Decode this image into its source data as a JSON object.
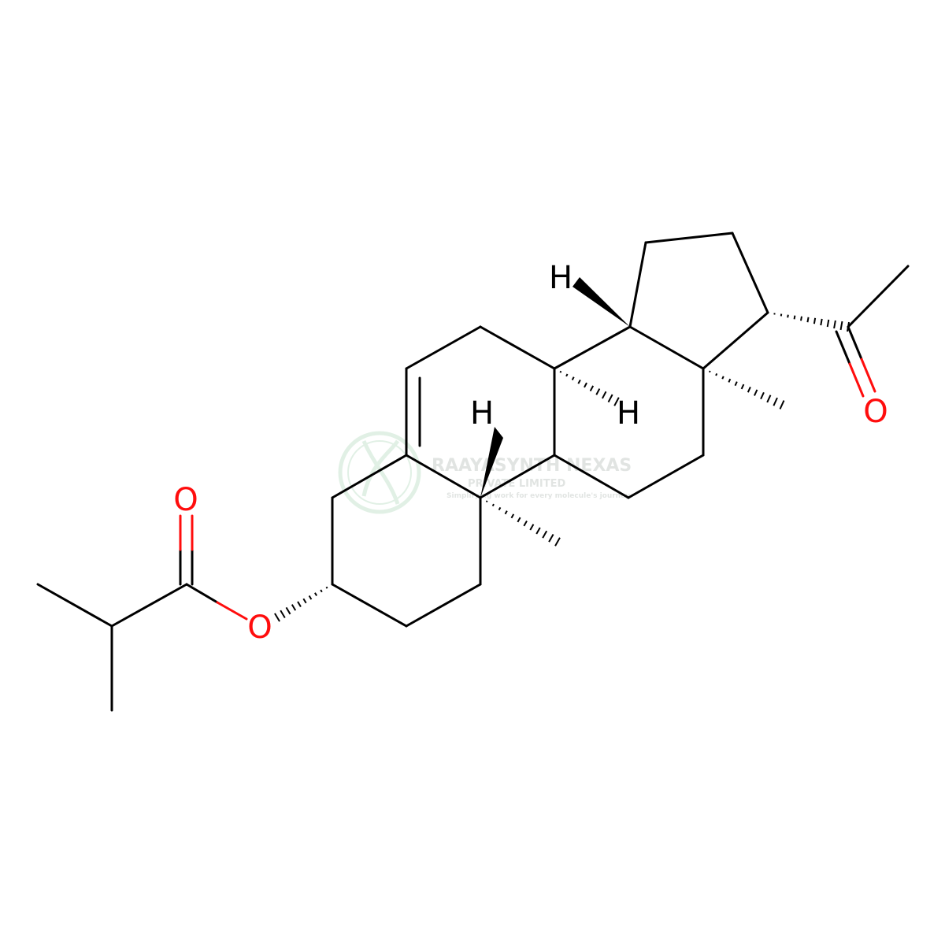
{
  "structure": {
    "atoms": {
      "oxygen": "O",
      "hydrogen": "H"
    }
  },
  "watermark": {
    "company": "RAAYASYNTH NEXAS",
    "subtitle": "PRIVATE LIMITED",
    "tagline": "Simplifying work for every molecule's journey"
  },
  "colors": {
    "bond": "#000000",
    "oxygen": "#ff0d0d",
    "watermark": "#7bbf8e"
  }
}
